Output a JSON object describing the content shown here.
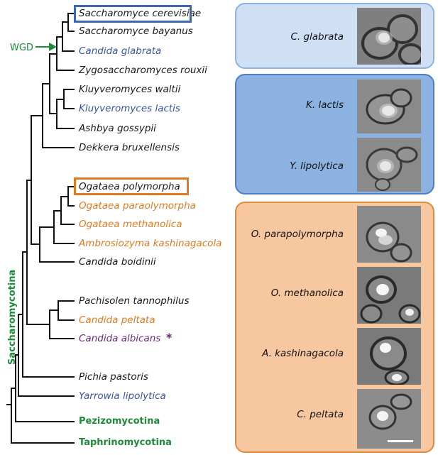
{
  "species": [
    {
      "id": "s-cerevisiae",
      "label": "Saccharomyce cerevisiae",
      "color": "black",
      "boxed": "blue"
    },
    {
      "id": "s-bayanus",
      "label": "Saccharomyce bayanus",
      "color": "black"
    },
    {
      "id": "c-glabrata",
      "label": "Candida glabrata",
      "color": "blue"
    },
    {
      "id": "z-rouxii",
      "label": "Zygosaccharomyces rouxii",
      "color": "black"
    },
    {
      "id": "k-waltii",
      "label": "Kluyveromyces waltii",
      "color": "black"
    },
    {
      "id": "k-lactis",
      "label": "Kluyveromyces lactis",
      "color": "blue"
    },
    {
      "id": "a-gossypii",
      "label": "Ashbya gossypii",
      "color": "black"
    },
    {
      "id": "d-bruxellensis",
      "label": "Dekkera bruxellensis",
      "color": "black"
    },
    {
      "id": "o-polymorpha",
      "label": "Ogataea polymorpha",
      "color": "black",
      "boxed": "orange"
    },
    {
      "id": "o-paraolymorpha",
      "label": "Ogataea  paraolymorpha",
      "color": "orange"
    },
    {
      "id": "o-methanolica",
      "label": "Ogataea methanolica",
      "color": "orange"
    },
    {
      "id": "a-kashinagacola",
      "label": "Ambrosiozyma kashinagacola",
      "color": "orange"
    },
    {
      "id": "c-boidinii",
      "label": "Candida boidinii",
      "color": "black"
    },
    {
      "id": "p-tannophilus",
      "label": "Pachisolen tannophilus",
      "color": "black"
    },
    {
      "id": "c-peltata",
      "label": "Candida peltata",
      "color": "orange"
    },
    {
      "id": "c-albicans",
      "label": "Candida albicans",
      "color": "purple",
      "star": "*"
    },
    {
      "id": "p-pastoris",
      "label": "Pichia pastoris",
      "color": "black"
    },
    {
      "id": "y-lipolytica",
      "label": "Yarrowia lipolytica",
      "color": "blue"
    }
  ],
  "groups": [
    {
      "id": "pezizomycotina",
      "label": "Pezizomycotina"
    },
    {
      "id": "taphrinomycotina",
      "label": "Taphrinomycotina"
    }
  ],
  "wgd_label": "WGD",
  "clade_label": "Saccharomycotina",
  "panels": [
    {
      "id": "panel-light-blue",
      "cells": [
        {
          "label": "C. glabrata"
        }
      ]
    },
    {
      "id": "panel-blue",
      "cells": [
        {
          "label": "K. lactis"
        },
        {
          "label": "Y. lipolytica"
        }
      ]
    },
    {
      "id": "panel-orange",
      "cells": [
        {
          "label": "O. parapolymorpha"
        },
        {
          "label": "O. methanolica"
        },
        {
          "label": "A. kashinagacola"
        },
        {
          "label": "C. peltata"
        }
      ]
    }
  ],
  "colors": {
    "black": "#1a1a1a",
    "blue": "#3a55a0",
    "orange": "#e07a22",
    "purple": "#6b2a75",
    "green": "#1f8a3a",
    "box_blue": "#3f66b3",
    "box_orange": "#e07a22"
  }
}
